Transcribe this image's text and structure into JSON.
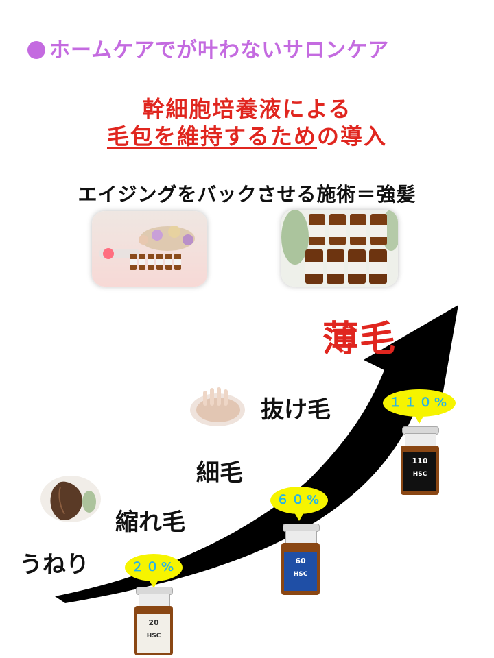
{
  "heading": "ホームケアでが叶わないサロンケア",
  "title_line1": "幹細胞培養液による",
  "title_line2_underlined": "毛包を維持するため",
  "title_line2_rest": "の導入",
  "subtitle": "エイジングをバックさせる施術＝強髪",
  "stages": {
    "s1": "うねり",
    "s2": "縮れ毛",
    "s3": "細毛",
    "s4": "抜け毛",
    "s5": "薄毛"
  },
  "products": [
    {
      "percent": "２０%",
      "bottle_number": "20",
      "bottle_brand": "HSC",
      "label_color": "#f2efe8"
    },
    {
      "percent": "６０%",
      "bottle_number": "60",
      "bottle_brand": "HSC",
      "label_color": "#1f4fa6"
    },
    {
      "percent": "１１０%",
      "bottle_number": "110",
      "bottle_brand": "HSC",
      "label_color": "#111111"
    }
  ],
  "colors": {
    "heading": "#c46be0",
    "title": "#e0261f",
    "bubble": "#f6f400",
    "bubble_text": "#27b3e6"
  }
}
